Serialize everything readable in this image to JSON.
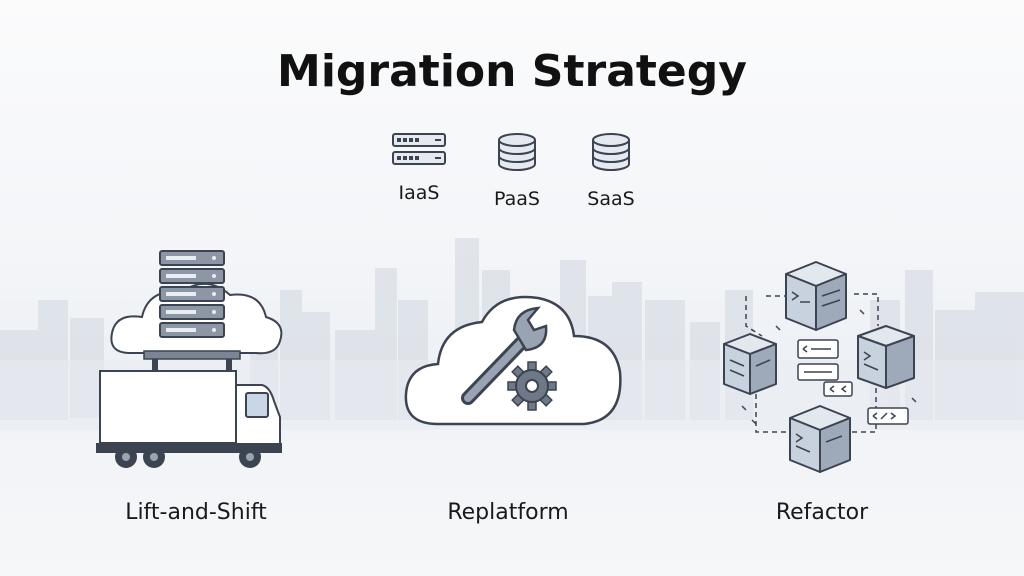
{
  "title": "Migration Strategy",
  "service_models": [
    {
      "label": "IaaS",
      "icon": "server-rack-icon"
    },
    {
      "label": "PaaS",
      "icon": "database-icon"
    },
    {
      "label": "SaaS",
      "icon": "database-icon"
    }
  ],
  "strategies": [
    {
      "label": "Lift-and-Shift",
      "icon": "truck-with-cloud-servers-icon"
    },
    {
      "label": "Replatform",
      "icon": "cloud-wrench-gear-icon"
    },
    {
      "label": "Refactor",
      "icon": "microservice-cubes-icon"
    }
  ],
  "colors": {
    "outline": "#3c4452",
    "cube": "#c8d1de",
    "cloud": "#ffffff",
    "skyline": "#d9dde4"
  }
}
